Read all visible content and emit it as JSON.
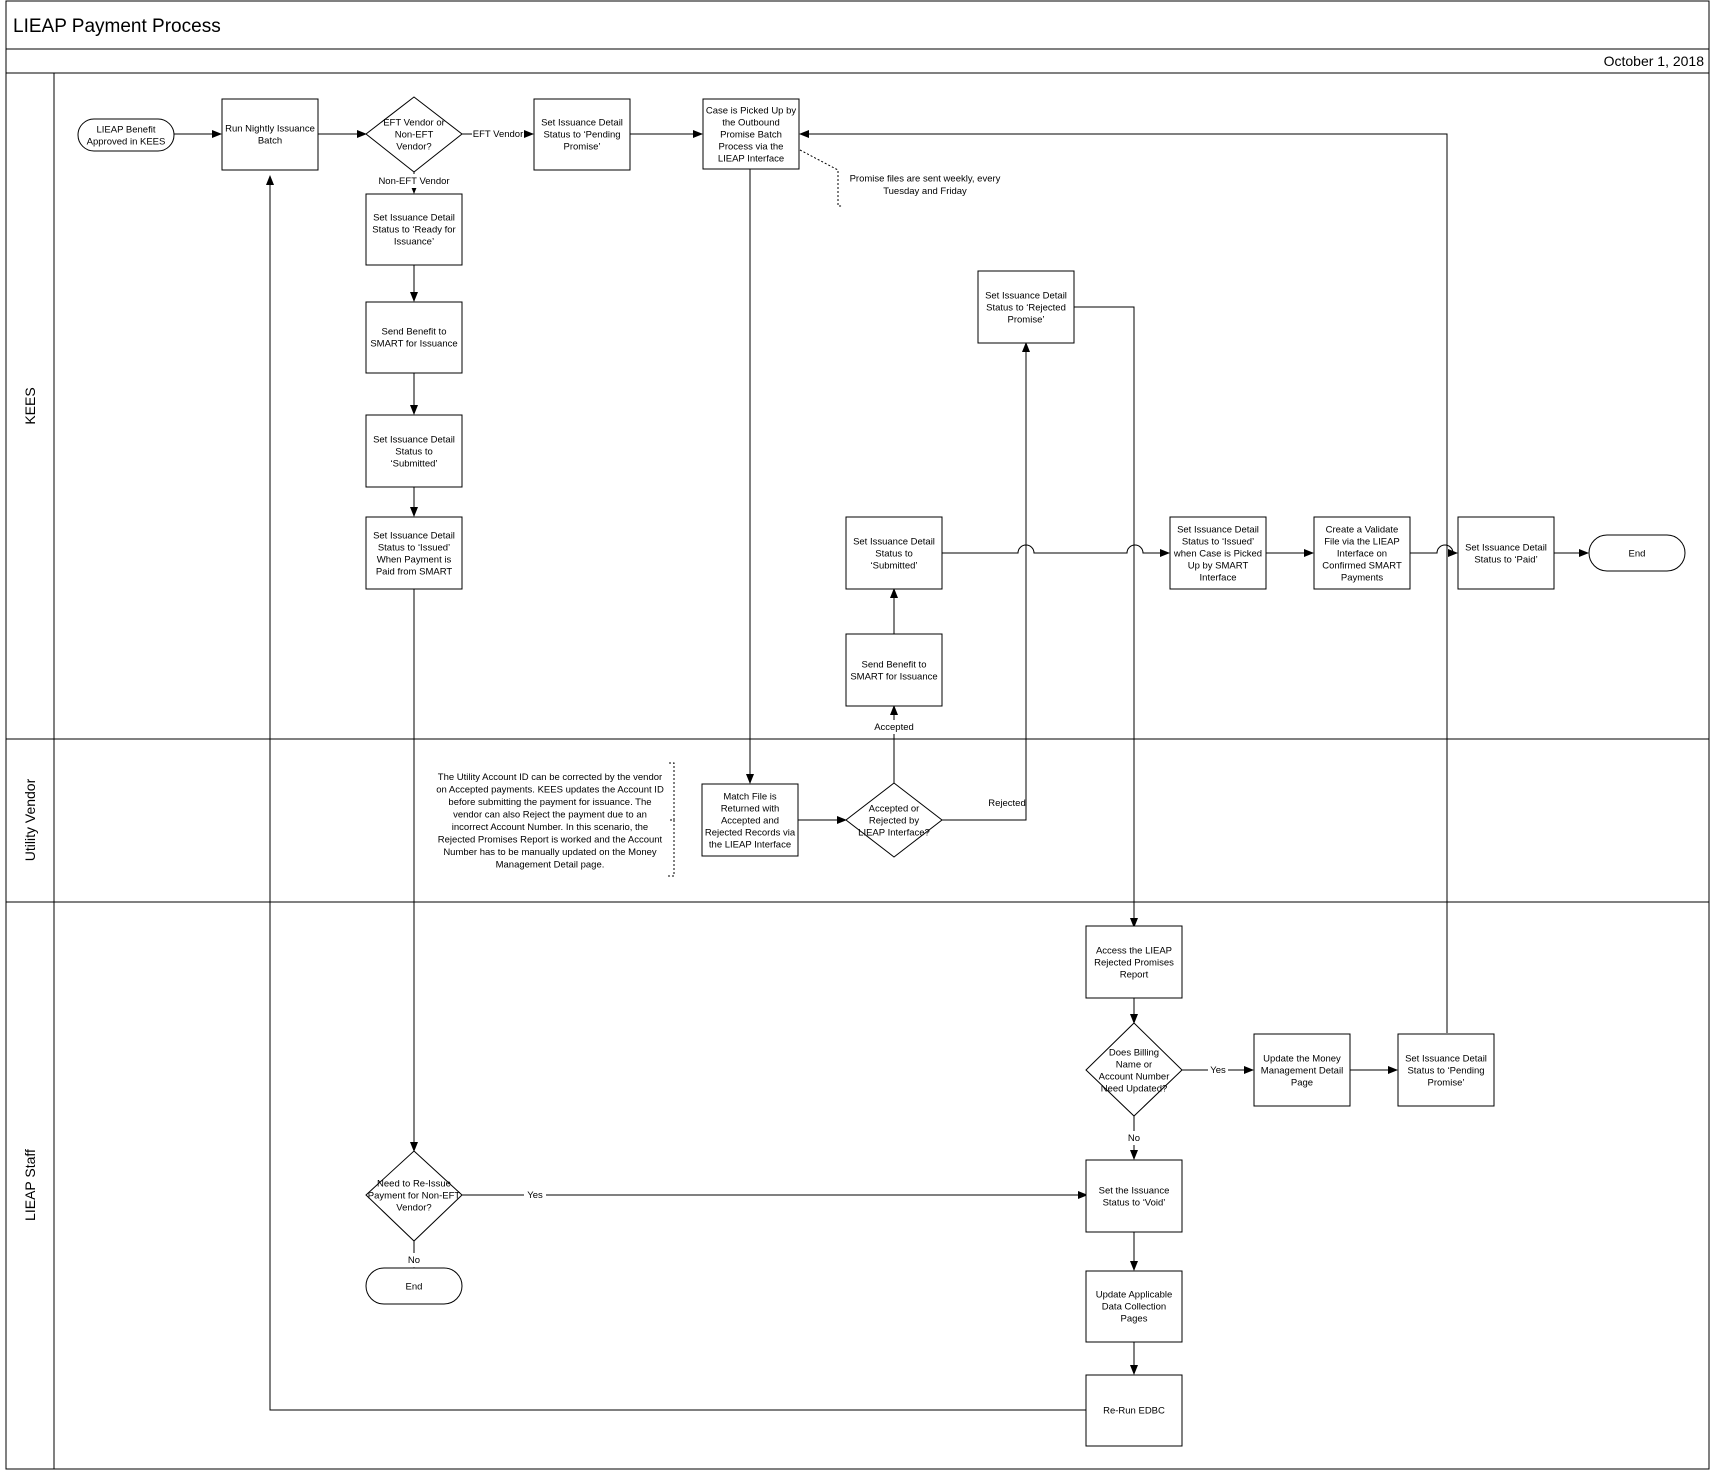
{
  "title": "LIEAP Payment Process",
  "date": "October 1, 2018",
  "lanes": {
    "kees": "KEES",
    "vendor": "Utility Vendor",
    "staff": "LIEAP Staff"
  },
  "nodes": {
    "start": [
      "LIEAP Benefit",
      "Approved in KEES"
    ],
    "nightly": [
      "Run Nightly Issuance",
      "Batch"
    ],
    "eft_decision": [
      "EFT Vendor or",
      "Non-EFT",
      "Vendor?"
    ],
    "pending_promise": [
      "Set Issuance Detail",
      "Status to ‘Pending",
      "Promise’"
    ],
    "picked_up": [
      "Case is Picked Up by",
      "the Outbound",
      "Promise Batch",
      "Process via the",
      "LIEAP Interface"
    ],
    "ready": [
      "Set Issuance Detail",
      "Status to ‘Ready for",
      "Issuance’"
    ],
    "send_smart_1": [
      "Send Benefit to",
      "SMART for Issuance"
    ],
    "submitted_1": [
      "Set Issuance Detail",
      "Status to",
      "‘Submitted’"
    ],
    "issued_1": [
      "Set Issuance Detail",
      "Status to ‘Issued’",
      "When Payment is",
      "Paid from SMART"
    ],
    "rejected_promise": [
      "Set Issuance Detail",
      "Status to ‘Rejected",
      "Promise’"
    ],
    "submitted_2": [
      "Set Issuance Detail",
      "Status to",
      "‘Submitted’"
    ],
    "send_smart_2": [
      "Send Benefit to",
      "SMART for Issuance"
    ],
    "issued_2": [
      "Set Issuance Detail",
      "Status to ‘Issued’",
      "when Case is Picked",
      "Up by SMART",
      "Interface"
    ],
    "validate": [
      "Create a Validate",
      "File via the LIEAP",
      "Interface on",
      "Confirmed SMART",
      "Payments"
    ],
    "paid": [
      "Set Issuance Detail",
      "Status to ‘Paid’"
    ],
    "end_top": [
      "End"
    ],
    "match_file": [
      "Match File is",
      "Returned with",
      "Accepted and",
      "Rejected Records via",
      "the LIEAP Interface"
    ],
    "accept_decision": [
      "Accepted or",
      "Rejected by",
      "LIEAP Interface?"
    ],
    "access_report": [
      "Access the LIEAP",
      "Rejected Promises",
      "Report"
    ],
    "billing_decision": [
      "Does Billing",
      "Name or",
      "Account Number",
      "Need Updated?"
    ],
    "update_money": [
      "Update the Money",
      "Management Detail",
      "Page"
    ],
    "pending_promise_2": [
      "Set Issuance Detail",
      "Status to ‘Pending",
      "Promise’"
    ],
    "reissue_decision": [
      "Need to Re-Issue",
      "Payment for Non-EFT",
      "Vendor?"
    ],
    "void": [
      "Set the Issuance",
      "Status to ‘Void’"
    ],
    "end_bottom": [
      "End"
    ],
    "update_data": [
      "Update Applicable",
      "Data Collection",
      "Pages"
    ],
    "rerun": [
      "Re-Run EDBC"
    ]
  },
  "edge_labels": {
    "eft_vendor": "EFT Vendor",
    "non_eft_vendor": "Non-EFT Vendor",
    "accepted": "Accepted",
    "rejected": "Rejected",
    "yes_billing": "Yes",
    "no_billing": "No",
    "yes_reissue": "Yes",
    "no_reissue": "No"
  },
  "annotations": {
    "promise_files": [
      "Promise files are sent weekly, every",
      "Tuesday and Friday"
    ],
    "utility_account": [
      "The Utility Account ID can be corrected by the vendor",
      "on Accepted payments. KEES updates the Account ID",
      "before submitting the payment for issuance. The",
      "vendor can also Reject the payment due to an",
      "incorrect Account Number. In this scenario, the",
      "Rejected Promises Report is worked and the  Account",
      "Number has to be manually updated on the Money",
      "Management Detail page."
    ]
  }
}
